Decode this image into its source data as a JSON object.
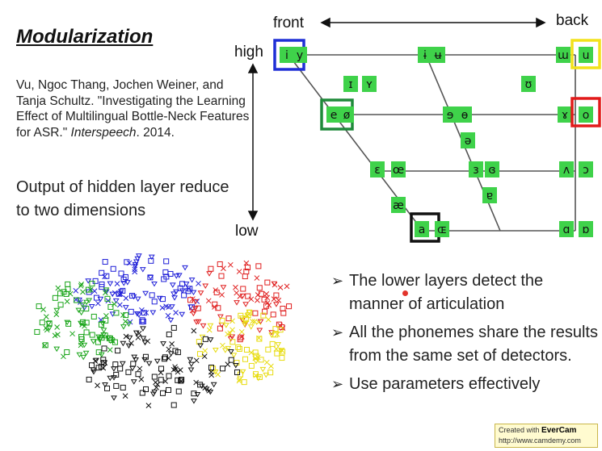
{
  "slide": {
    "title": "Modularization",
    "citation_main": "Vu, Ngoc Thang, Jochen Weiner, and Tanja Schultz. \"Investigating the Learning Effect of Multilingual Bottle-Neck Features for ASR.\"",
    "citation_venue": "Interspeech",
    "citation_year": ". 2014.",
    "caption": "Output of hidden layer reduce to two dimensions",
    "bullets": [
      "The lower layers detect the manner of articulation",
      "All the phonemes share the results from the same set of detectors.",
      "Use parameters effectively"
    ],
    "bullet_icon": "arrow-bullet-icon"
  },
  "vowel_chart": {
    "front_label": "front",
    "back_label": "back",
    "high_label": "high",
    "low_label": "low",
    "box_color": "#3fd24a",
    "phonemes": [
      {
        "sym": "i",
        "highlight": "#1f2fd6"
      },
      {
        "sym": "y",
        "highlight": "#1f2fd6"
      },
      {
        "sym": "ɨ",
        "highlight": null
      },
      {
        "sym": "ʉ",
        "highlight": null
      },
      {
        "sym": "ɯ",
        "highlight": null
      },
      {
        "sym": "u",
        "highlight": "#f2e21a"
      },
      {
        "sym": "ɪ",
        "highlight": null
      },
      {
        "sym": "ʏ",
        "highlight": null
      },
      {
        "sym": "ʊ",
        "highlight": null
      },
      {
        "sym": "e",
        "highlight": "#1f8a3a"
      },
      {
        "sym": "ø",
        "highlight": "#1f8a3a"
      },
      {
        "sym": "ɘ",
        "highlight": null
      },
      {
        "sym": "ɵ",
        "highlight": null
      },
      {
        "sym": "ɤ",
        "highlight": null
      },
      {
        "sym": "o",
        "highlight": "#e21a1a"
      },
      {
        "sym": "ə",
        "highlight": null
      },
      {
        "sym": "ɛ",
        "highlight": null
      },
      {
        "sym": "œ",
        "highlight": null
      },
      {
        "sym": "ɜ",
        "highlight": null
      },
      {
        "sym": "ɞ",
        "highlight": null
      },
      {
        "sym": "ʌ",
        "highlight": null
      },
      {
        "sym": "ɔ",
        "highlight": null
      },
      {
        "sym": "ɐ",
        "highlight": null
      },
      {
        "sym": "æ",
        "highlight": null
      },
      {
        "sym": "a",
        "highlight": "#111111"
      },
      {
        "sym": "ɶ",
        "highlight": null
      },
      {
        "sym": "ɑ",
        "highlight": null
      },
      {
        "sym": "ɒ",
        "highlight": null
      }
    ]
  },
  "scatter": {
    "clusters": [
      {
        "color": "#1f1fd8"
      },
      {
        "color": "#1aa51a"
      },
      {
        "color": "#e02020"
      },
      {
        "color": "#e8dc10"
      },
      {
        "color": "#111111"
      }
    ]
  },
  "watermark": {
    "line1": "Created with ",
    "brand": "EverCam",
    "line2": "http://www.camdemy.com"
  }
}
